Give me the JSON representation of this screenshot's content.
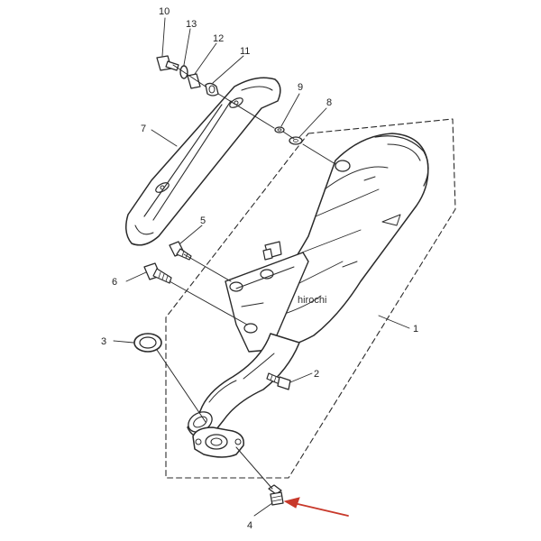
{
  "callouts": {
    "c1": "1",
    "c2": "2",
    "c3": "3",
    "c4": "4",
    "c5": "5",
    "c6": "6",
    "c7": "7",
    "c8": "8",
    "c9": "9",
    "c10": "10",
    "c11": "11",
    "c12": "12",
    "c13": "13"
  },
  "watermark": "hirochi",
  "colors": {
    "ink": "#2a2a2a",
    "arrow": "#c8392b",
    "background": "#ffffff"
  }
}
